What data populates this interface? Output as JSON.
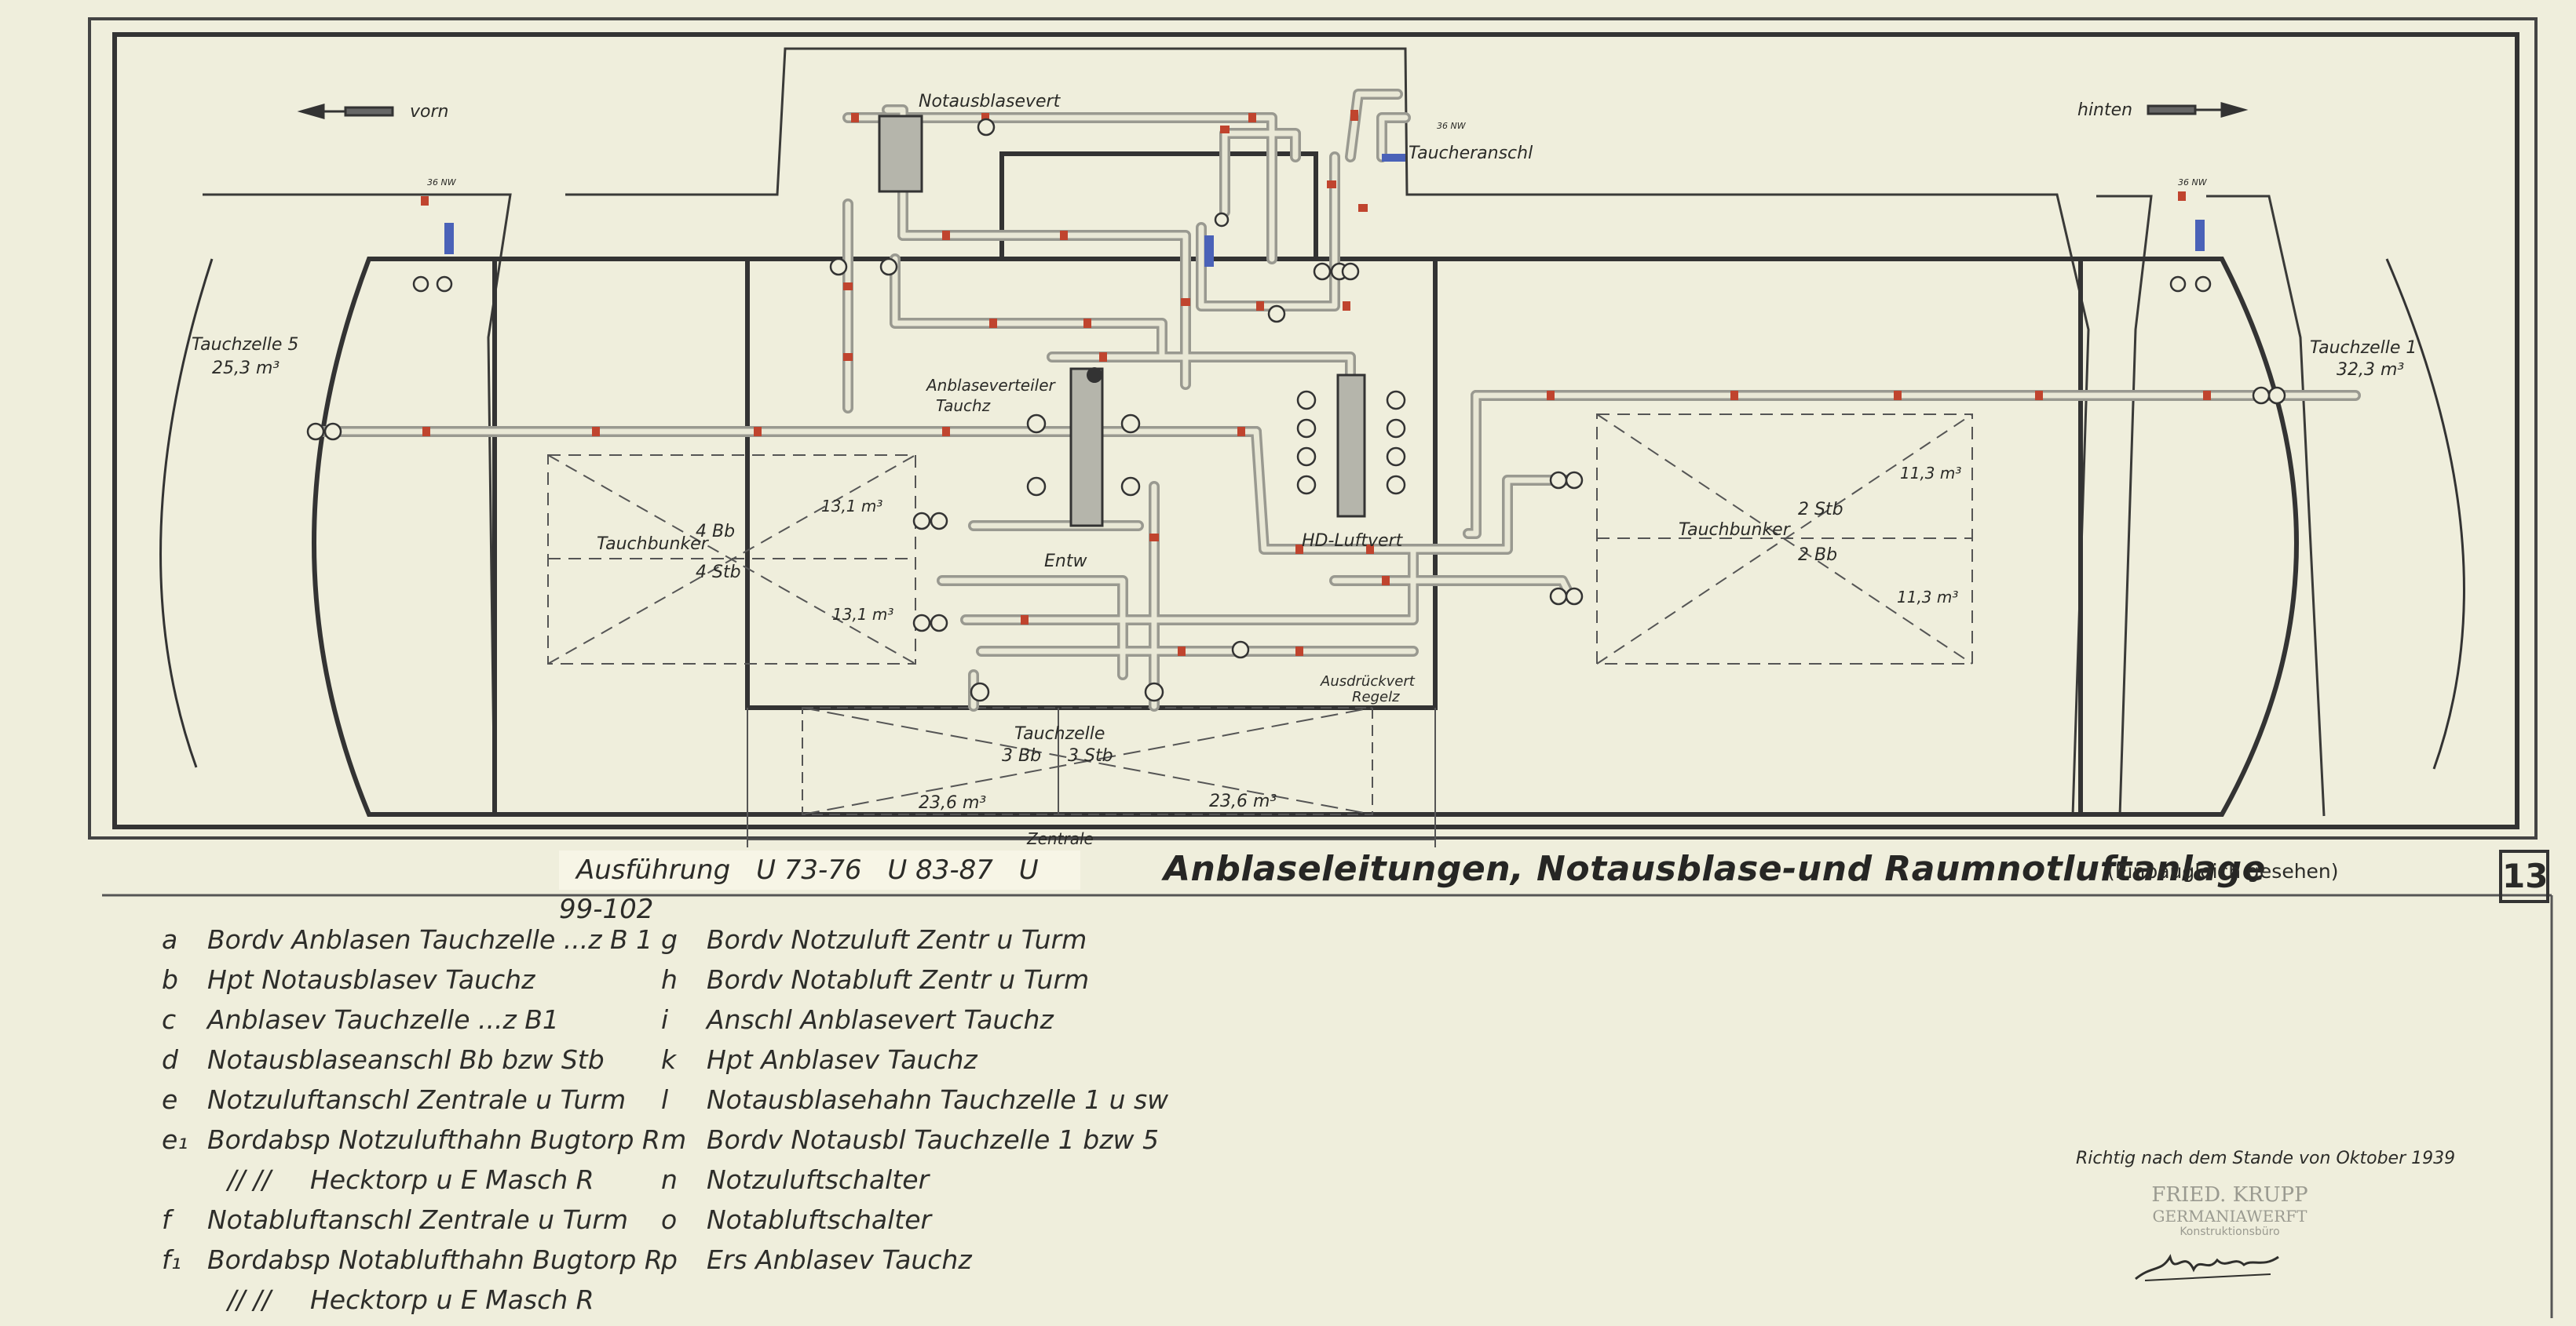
{
  "drawing": {
    "direction_front": "vorn",
    "direction_rear": "hinten",
    "labels": {
      "notausblasevert": "Notausblasevert",
      "taucheranschl": "Taucheranschl",
      "tauchzelle5": "Tauchzelle 5",
      "tauchzelle5_vol": "25,3 m³",
      "tauchzelle1": "Tauchzelle 1",
      "tauchzelle1_vol": "32,3 m³",
      "anblaseverteiler": "Anblaseverteiler",
      "tauchz": "Tauchz",
      "entw": "Entw",
      "hd_luftvert": "HD-Luftvert",
      "tauchbunker_left": "Tauchbunker",
      "bunker_left_4bb": "4 Bb",
      "bunker_left_4stb": "4 Stb",
      "bunker_left_vol_top": "13,1 m³",
      "bunker_left_vol_bot": "13,1 m³",
      "tauchbunker_right": "Tauchbunker",
      "bunker_right_2stb": "2 Stb",
      "bunker_right_2bb": "2 Bb",
      "bunker_right_vol_top": "11,3 m³",
      "bunker_right_vol_bot": "11,3 m³",
      "ausdrueckvert": "Ausdrückvert",
      "regelz": "Regelz",
      "tauchzelle_center": "Tauchzelle",
      "tz_center_3bb": "3 Bb",
      "tz_center_3stb": "3 Stb",
      "tz_center_vol_left": "23,6 m³",
      "tz_center_vol_right": "23,6 m³",
      "zentrale": "Zentrale",
      "pipe_size": "36 NW"
    }
  },
  "title_block": {
    "ausfuehrung": "Ausführung",
    "variants": [
      "U 73-76",
      "U 83-87",
      "U 99-102"
    ],
    "title": "Anblaseleitungen, Notausblase-und Raumnotluftanlage",
    "subtitle": "(Einbaugleich gesehen)",
    "sheet_number": "13"
  },
  "legend_left": [
    {
      "key": "a",
      "text": "Bordv Anblasen Tauchzelle ...z B 1"
    },
    {
      "key": "b",
      "text": "Hpt Notausblasev Tauchz"
    },
    {
      "key": "c",
      "text": "Anblasev Tauchzelle ...z B1"
    },
    {
      "key": "d",
      "text": "Notausblaseanschl Bb bzw Stb"
    },
    {
      "key": "e",
      "text": "Notzuluftanschl Zentrale u Turm"
    },
    {
      "key": "e₁",
      "text": "Bordabsp Notzulufthahn Bugtorp R"
    },
    {
      "key": "",
      "ditto": "//          //",
      "text": "Hecktorp u E Masch R"
    },
    {
      "key": "f",
      "text": "Notabluftanschl Zentrale u Turm"
    },
    {
      "key": "f₁",
      "text": "Bordabsp Notablufthahn Bugtorp R"
    },
    {
      "key": "",
      "ditto": "//        //",
      "text": "Hecktorp u E Masch R"
    }
  ],
  "legend_right": [
    {
      "key": "g",
      "text": "Bordv Notzuluft Zentr u Turm"
    },
    {
      "key": "h",
      "text": "Bordv Notabluft Zentr u Turm"
    },
    {
      "key": "i",
      "text": "Anschl Anblasevert Tauchz"
    },
    {
      "key": "k",
      "text": "Hpt Anblasev Tauchz"
    },
    {
      "key": "l",
      "text": "Notausblasehahn Tauchzelle 1 u sw"
    },
    {
      "key": "m",
      "text": "Bordv Notausbl Tauchzelle 1 bzw 5"
    },
    {
      "key": "n",
      "text": "Notzuluftschalter"
    },
    {
      "key": "o",
      "text": "Notabluftschalter"
    },
    {
      "key": "p",
      "text": "Ers Anblasev Tauchz"
    }
  ],
  "approval": {
    "note": "Richtig nach dem Stande von Oktober 1939",
    "stamp_line1": "FRIED. KRUPP",
    "stamp_line2": "GERMANIAWERFT",
    "stamp_line3": "Konstruktionsbüro"
  },
  "colors": {
    "paper": "#efeedc",
    "line": "#333333",
    "pipe": "#b9b9b0",
    "marker_red": "#c0442e",
    "marker_blue": "#4a62b8"
  }
}
